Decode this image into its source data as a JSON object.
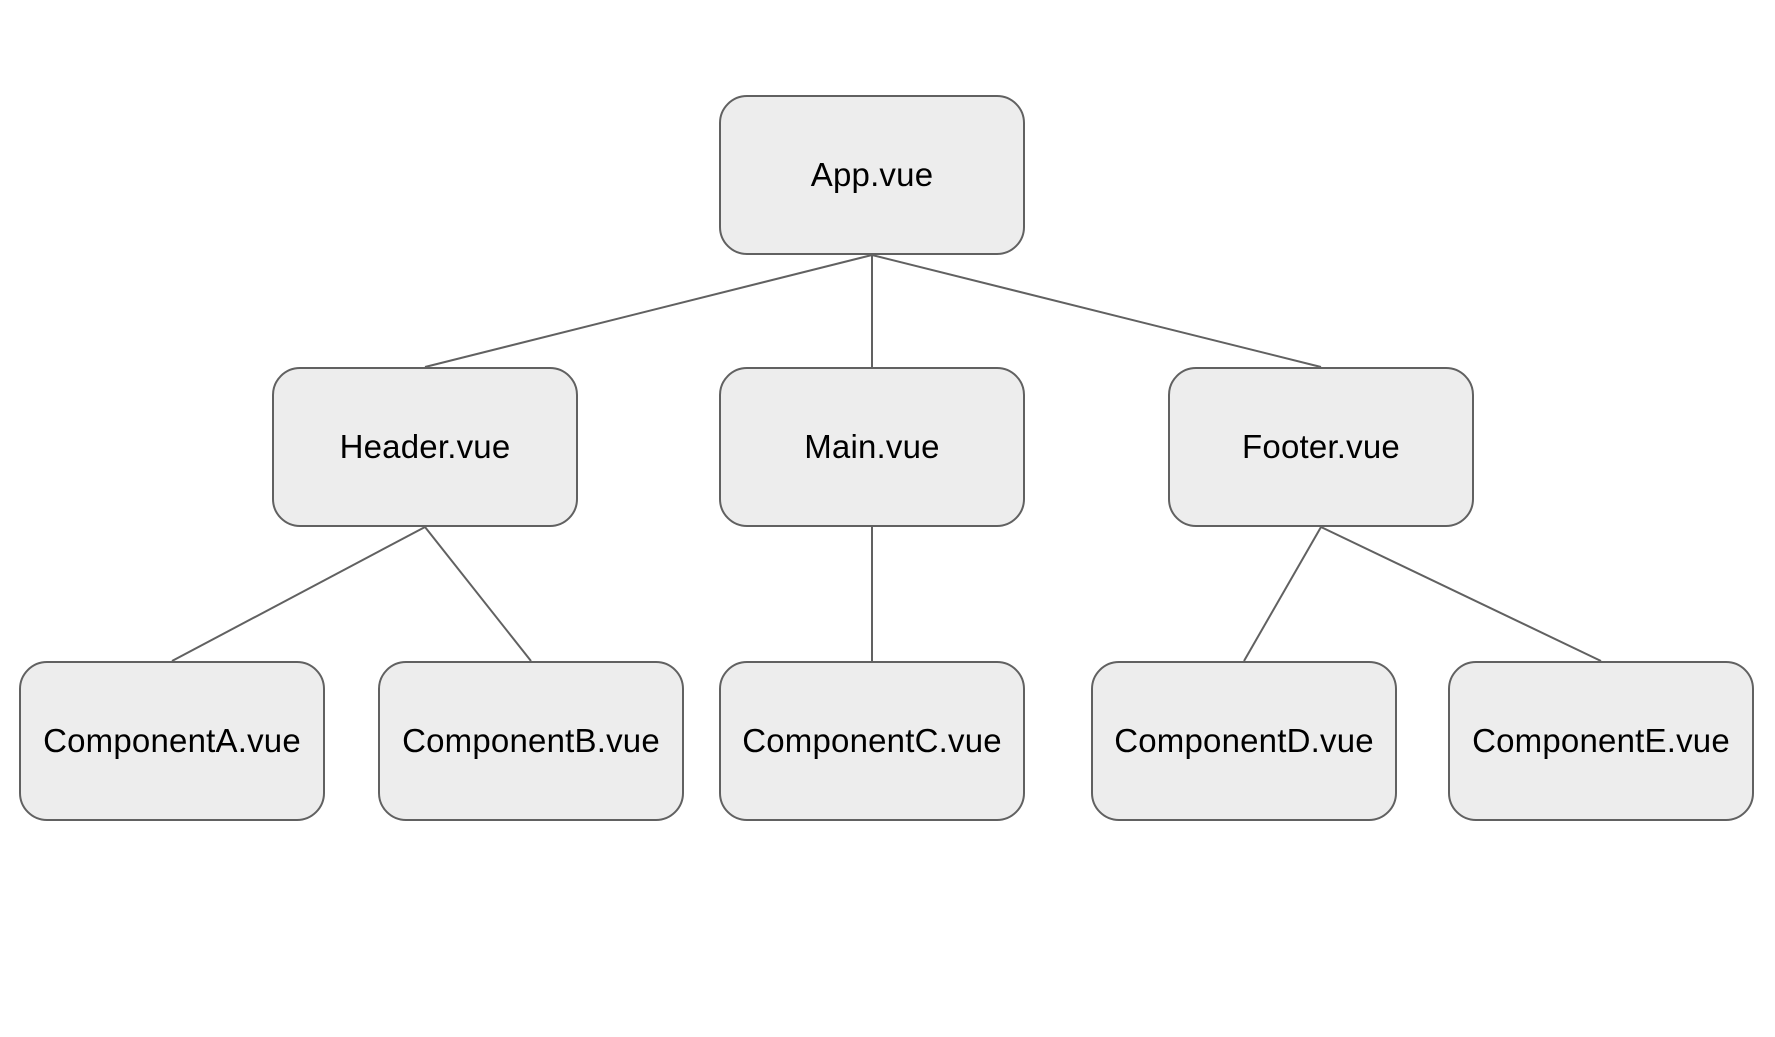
{
  "colors": {
    "background": "#ffffff",
    "node_fill": "#ededed",
    "node_border": "#616161",
    "edge": "#616161",
    "text": "#000000"
  },
  "diagram": {
    "type": "tree",
    "nodes": {
      "app": {
        "label": "App.vue"
      },
      "header": {
        "label": "Header.vue"
      },
      "main": {
        "label": "Main.vue"
      },
      "footer": {
        "label": "Footer.vue"
      },
      "compA": {
        "label": "ComponentA.vue"
      },
      "compB": {
        "label": "ComponentB.vue"
      },
      "compC": {
        "label": "ComponentC.vue"
      },
      "compD": {
        "label": "ComponentD.vue"
      },
      "compE": {
        "label": "ComponentE.vue"
      }
    },
    "edges": [
      {
        "from": "app",
        "to": "header"
      },
      {
        "from": "app",
        "to": "main"
      },
      {
        "from": "app",
        "to": "footer"
      },
      {
        "from": "header",
        "to": "compA"
      },
      {
        "from": "header",
        "to": "compB"
      },
      {
        "from": "main",
        "to": "compC"
      },
      {
        "from": "footer",
        "to": "compD"
      },
      {
        "from": "footer",
        "to": "compE"
      }
    ]
  }
}
